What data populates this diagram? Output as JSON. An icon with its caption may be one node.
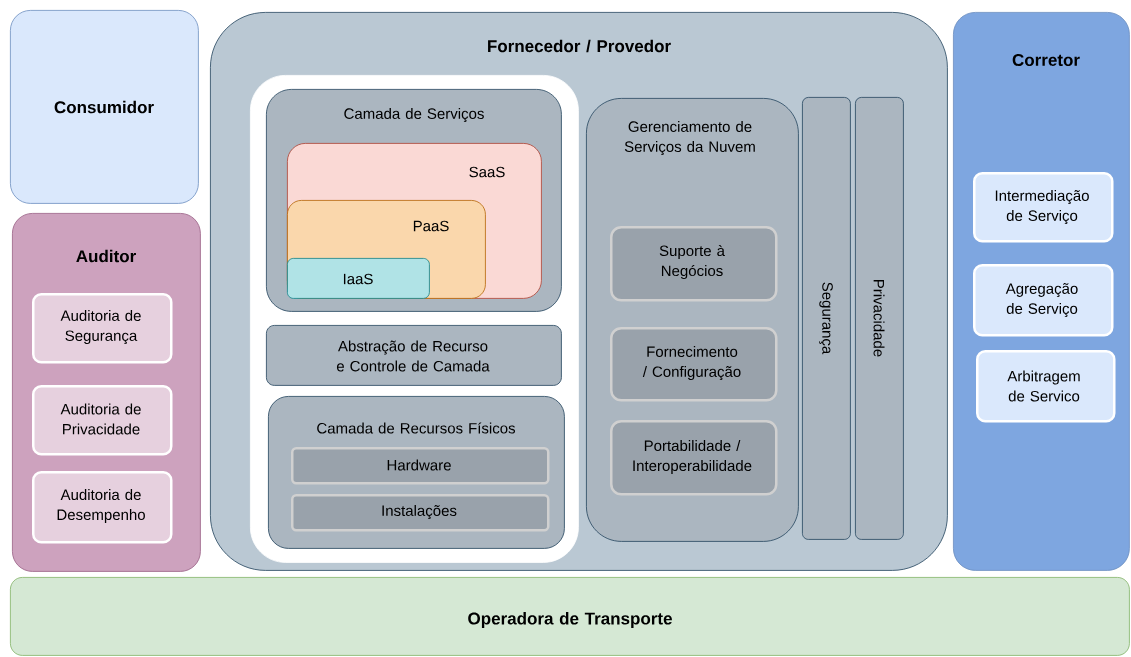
{
  "diagram": {
    "nodes": [
      {
        "text": [
          "Consumidor"
        ]
      },
      {
        "text": [
          "Auditor"
        ]
      },
      {
        "text": [
          "Auditoria de Segurança"
        ],
        "in": 1
      },
      {
        "text": [
          "Auditoria de Privacidade"
        ],
        "in": 1
      },
      {
        "text": [
          "Auditoria de Desempenho"
        ],
        "in": 1
      },
      {
        "text": [
          "Fornecedor / Provedor"
        ]
      },
      {
        "text": [],
        "shape": "box",
        "in": 5
      },
      {
        "text": [
          "Camada de Serviços"
        ],
        "in": 6
      },
      {
        "text": [
          "SaaS"
        ],
        "in": 7
      },
      {
        "text": [
          "PaaS"
        ],
        "in": 8
      },
      {
        "text": [
          "IaaS"
        ],
        "in": 9
      },
      {
        "text": [
          "Abstração de Recurso e Controle de Camada"
        ],
        "in": 6
      },
      {
        "text": [
          "Camada de Recursos Físicos"
        ],
        "in": 6
      },
      {
        "text": [
          "Hardware"
        ],
        "in": 12
      },
      {
        "text": [
          "Instalações"
        ],
        "in": 12
      },
      {
        "text": [
          "Gerenciamento de Serviços da Nuvem"
        ],
        "in": 5
      },
      {
        "text": [
          "Suporte à Negócios"
        ],
        "in": 15
      },
      {
        "text": [
          "Fornecimento / Configuração"
        ],
        "in": 15
      },
      {
        "text": [
          "Portabilidade / Interoperabilidade"
        ],
        "in": 15
      },
      {
        "text": [
          "Segurança"
        ],
        "in": 5
      },
      {
        "text": [
          "Privacidade"
        ],
        "in": 5
      },
      {
        "text": [
          "Corretor"
        ]
      },
      {
        "text": [
          "Intermediação de Serviço"
        ],
        "in": 21
      },
      {
        "text": [
          "Agregação de Serviço"
        ],
        "in": 21
      },
      {
        "text": [
          "Arbitragem de Servico"
        ],
        "in": 21
      },
      {
        "text": [
          "Operadora de Transporte"
        ]
      }
    ]
  }
}
